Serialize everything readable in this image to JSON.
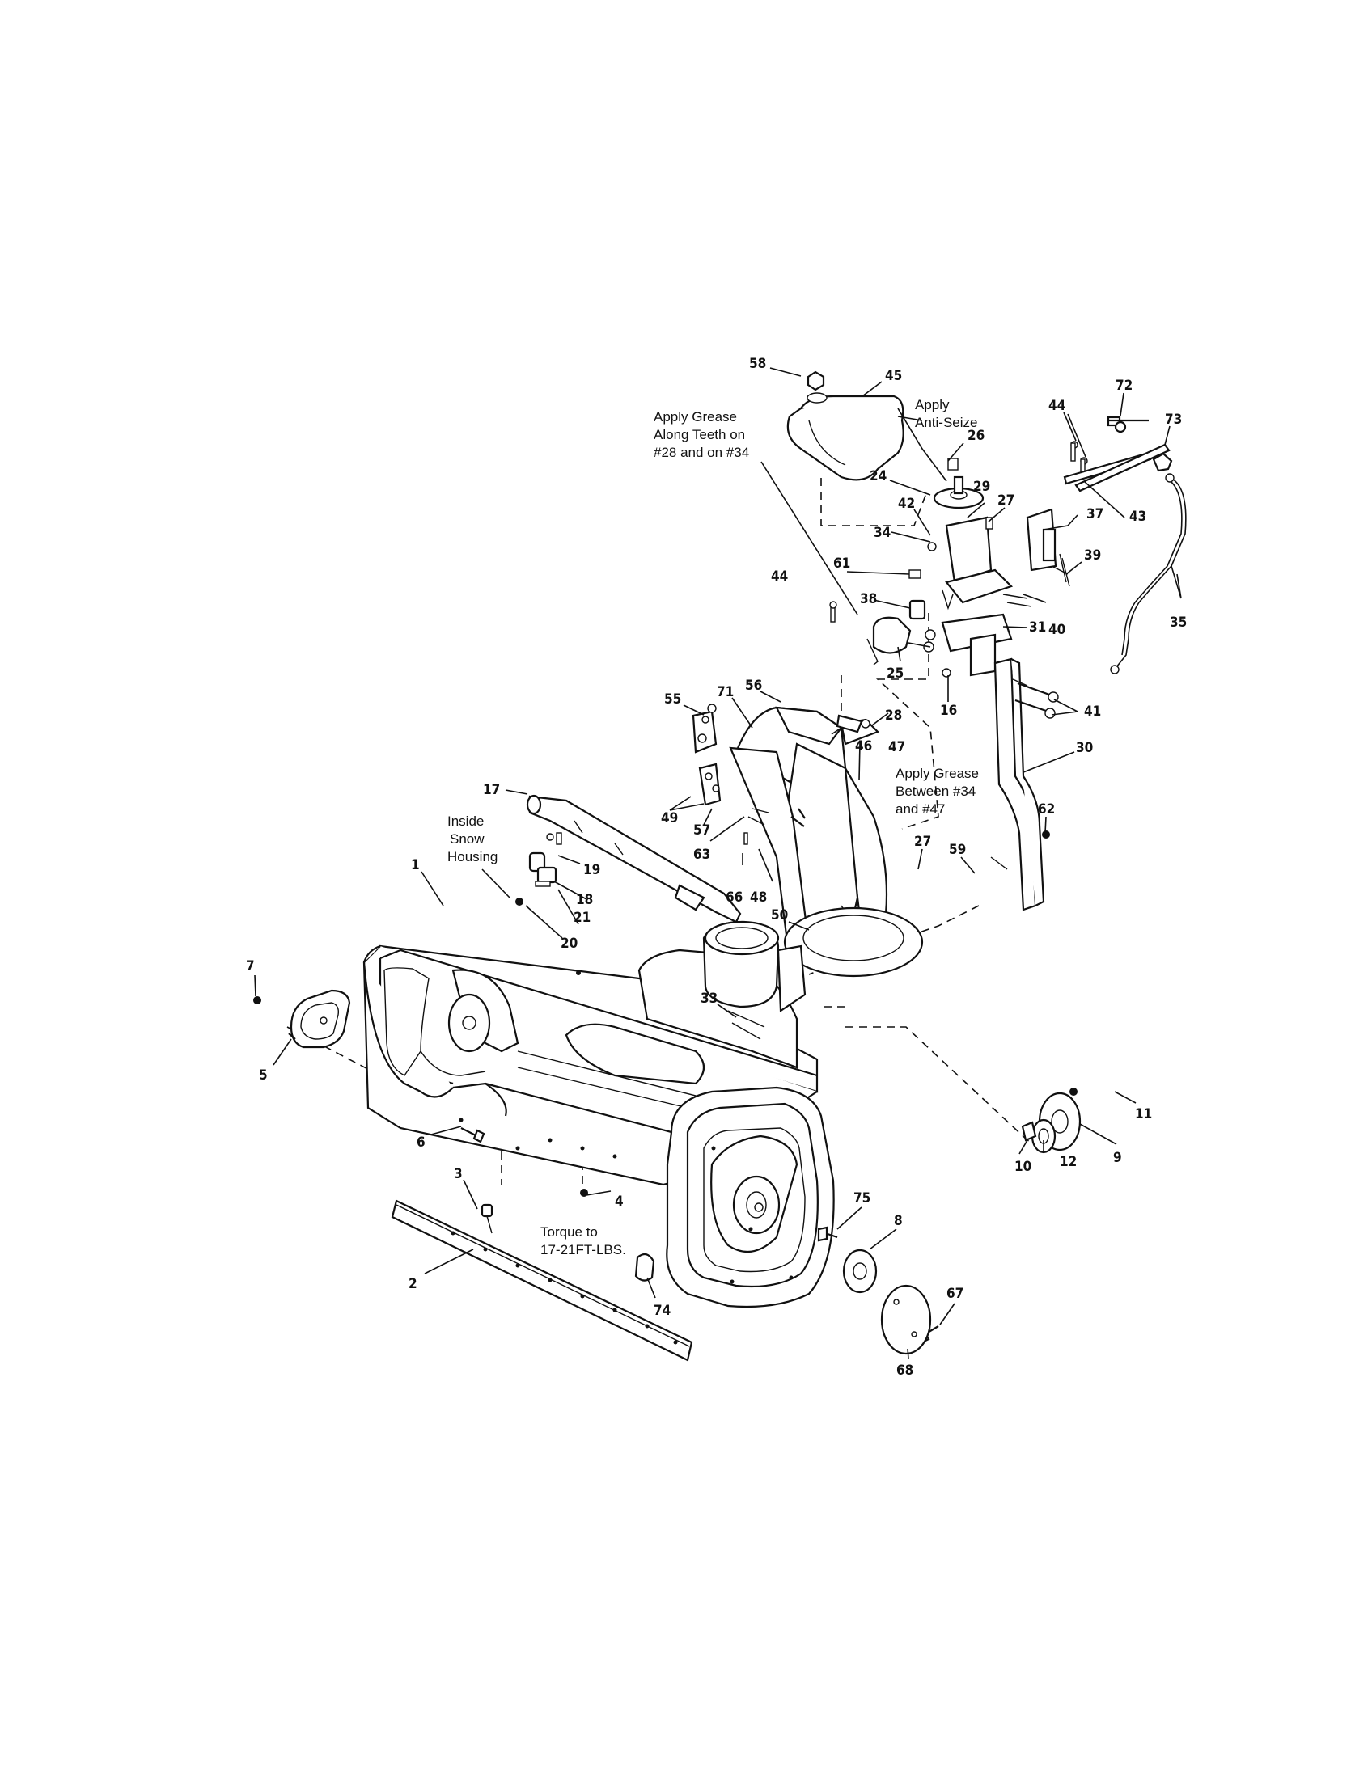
{
  "diagram": {
    "parts": [
      {
        "id": "p58",
        "label": "58"
      },
      {
        "id": "p45",
        "label": "45"
      },
      {
        "id": "p72",
        "label": "72"
      },
      {
        "id": "p44a",
        "label": "44"
      },
      {
        "id": "p73",
        "label": "73"
      },
      {
        "id": "p26",
        "label": "26"
      },
      {
        "id": "p24",
        "label": "24"
      },
      {
        "id": "p29",
        "label": "29"
      },
      {
        "id": "p27a",
        "label": "27"
      },
      {
        "id": "p42",
        "label": "42"
      },
      {
        "id": "p37",
        "label": "37"
      },
      {
        "id": "p43",
        "label": "43"
      },
      {
        "id": "p34",
        "label": "34"
      },
      {
        "id": "p61",
        "label": "61"
      },
      {
        "id": "p39",
        "label": "39"
      },
      {
        "id": "p38",
        "label": "38"
      },
      {
        "id": "p40",
        "label": "40"
      },
      {
        "id": "p35",
        "label": "35"
      },
      {
        "id": "p44b",
        "label": "44"
      },
      {
        "id": "p31",
        "label": "31"
      },
      {
        "id": "p25",
        "label": "25"
      },
      {
        "id": "p28",
        "label": "28"
      },
      {
        "id": "p16",
        "label": "16"
      },
      {
        "id": "p41",
        "label": "41"
      },
      {
        "id": "p55",
        "label": "55"
      },
      {
        "id": "p56",
        "label": "56"
      },
      {
        "id": "p71",
        "label": "71"
      },
      {
        "id": "p47",
        "label": "47"
      },
      {
        "id": "p30",
        "label": "30"
      },
      {
        "id": "p46",
        "label": "46"
      },
      {
        "id": "p17",
        "label": "17"
      },
      {
        "id": "p49",
        "label": "49"
      },
      {
        "id": "p57",
        "label": "57"
      },
      {
        "id": "p62",
        "label": "62"
      },
      {
        "id": "p27b",
        "label": "27"
      },
      {
        "id": "p63",
        "label": "63"
      },
      {
        "id": "p59",
        "label": "59"
      },
      {
        "id": "p19",
        "label": "19"
      },
      {
        "id": "p1",
        "label": "1"
      },
      {
        "id": "p18",
        "label": "18"
      },
      {
        "id": "p66",
        "label": "66"
      },
      {
        "id": "p48",
        "label": "48"
      },
      {
        "id": "p21",
        "label": "21"
      },
      {
        "id": "p50",
        "label": "50"
      },
      {
        "id": "p20",
        "label": "20"
      },
      {
        "id": "p7",
        "label": "7"
      },
      {
        "id": "p33",
        "label": "33"
      },
      {
        "id": "p5",
        "label": "5"
      },
      {
        "id": "p11",
        "label": "11"
      },
      {
        "id": "p6",
        "label": "6"
      },
      {
        "id": "p9",
        "label": "9"
      },
      {
        "id": "p10",
        "label": "10"
      },
      {
        "id": "p12",
        "label": "12"
      },
      {
        "id": "p3",
        "label": "3"
      },
      {
        "id": "p4",
        "label": "4"
      },
      {
        "id": "p75",
        "label": "75"
      },
      {
        "id": "p8",
        "label": "8"
      },
      {
        "id": "p2",
        "label": "2"
      },
      {
        "id": "p74",
        "label": "74"
      },
      {
        "id": "p67",
        "label": "67"
      },
      {
        "id": "p68",
        "label": "68"
      }
    ],
    "notes": {
      "grease_teeth": [
        "Apply Grease",
        "Along Teeth on",
        "#28 and on #34"
      ],
      "anti_seize": [
        "Apply",
        "Anti-Seize"
      ],
      "grease_between": [
        "Apply Grease",
        "Between #34",
        "and #47"
      ],
      "inside_housing": [
        "Inside",
        "Snow",
        "Housing"
      ],
      "torque": [
        "Torque to",
        "17-21FT-LBS."
      ]
    }
  }
}
